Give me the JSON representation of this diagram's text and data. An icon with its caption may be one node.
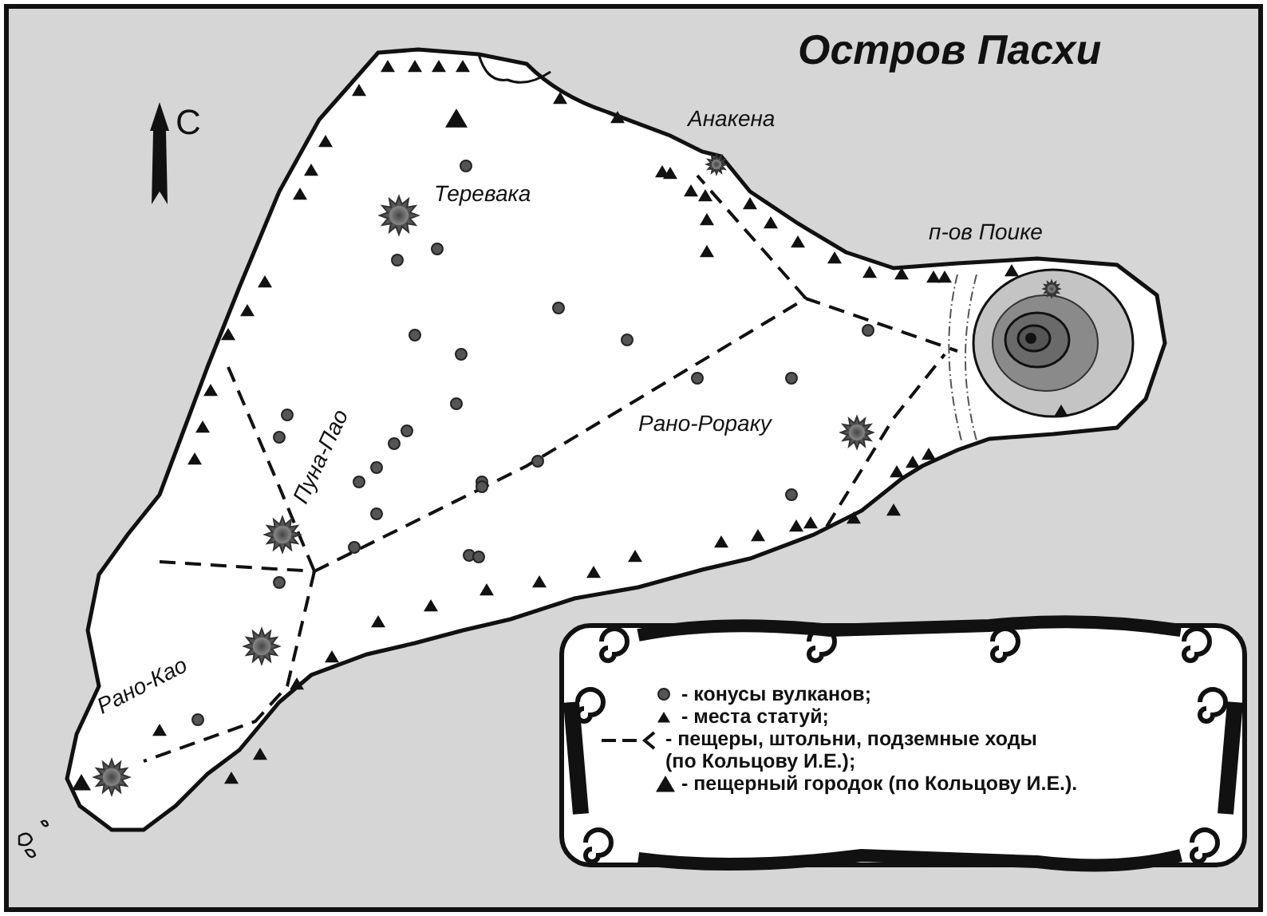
{
  "diagram": {
    "title": "Остров Пасхи",
    "labels": [
      "С",
      "Анакена",
      "Теревака",
      "п-ов Поике",
      "Пуна-Пао",
      "Рано-Рораку",
      "Рано-Као"
    ],
    "legend": [
      {
        "text": "- конусы вулканов;"
      },
      {
        "text": "- места статуй;"
      },
      {
        "text": "- пещеры, штольни, подземные ходы (по Кольцову И.Е.);"
      },
      {
        "text": "- пещерный городок (по Кольцову И.Е.)."
      }
    ]
  }
}
